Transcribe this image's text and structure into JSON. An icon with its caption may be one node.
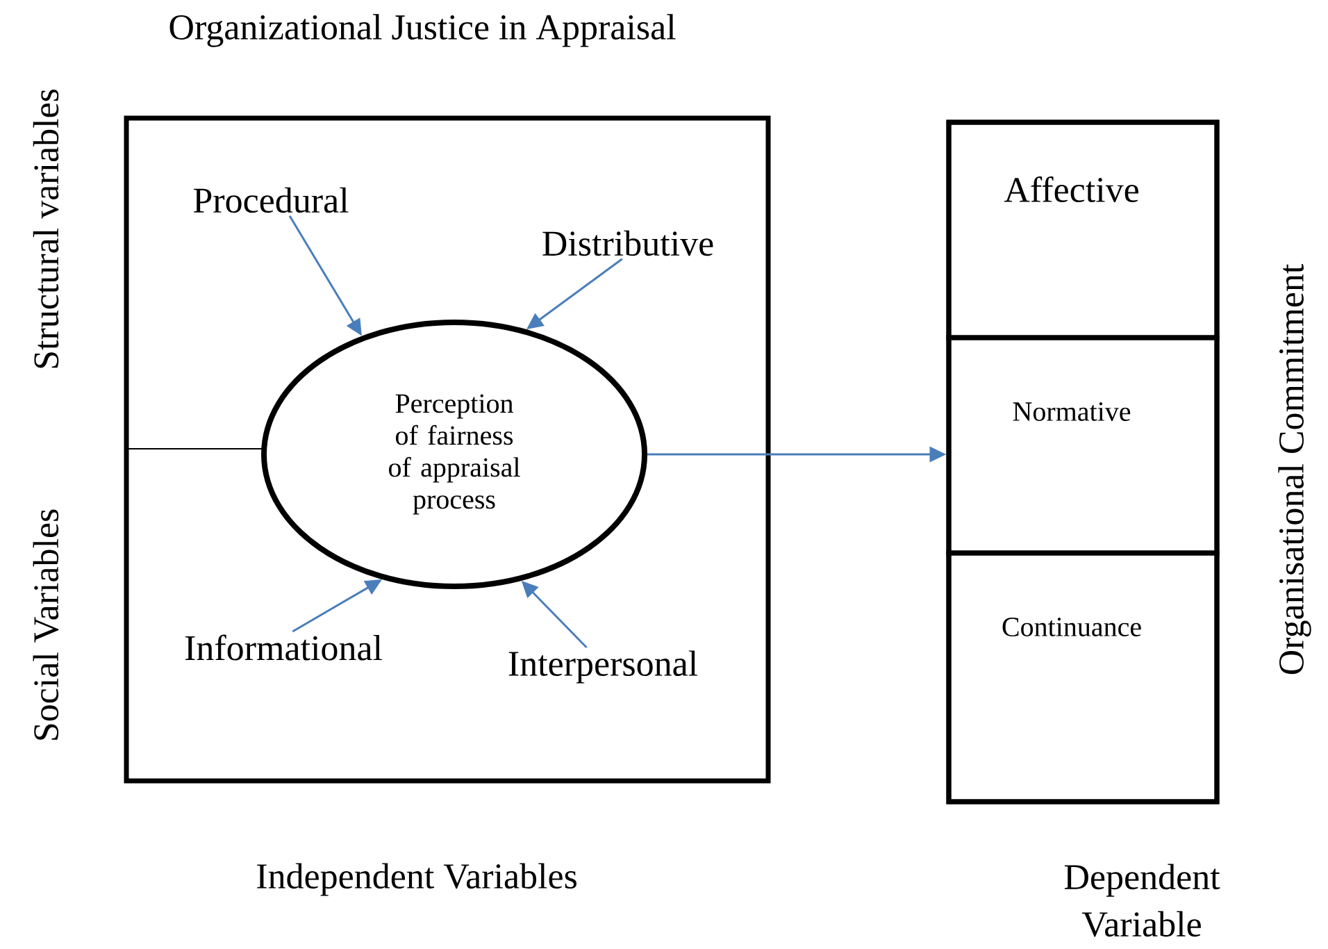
{
  "diagram": {
    "title": "Organizational Justice in Appraisal",
    "nodes": [
      {
        "text": [],
        "shape": "box",
        "beside": [
          "Independent Variables"
        ]
      },
      {
        "text": [
          "Procedural"
        ],
        "in": 0
      },
      {
        "text": [
          "Distributive"
        ],
        "in": 0
      },
      {
        "text": [
          "Perception of fairness of appraisal process"
        ],
        "in": 0
      },
      {
        "text": [
          "Informational"
        ],
        "in": 0
      },
      {
        "text": [
          "Interpersonal"
        ],
        "in": 0
      },
      {
        "text": [],
        "shape": "box",
        "beside": [
          "Dependent Variable"
        ]
      },
      {
        "text": [
          "Affective"
        ],
        "in": 6
      },
      {
        "text": [
          "Normative"
        ],
        "in": 6
      },
      {
        "text": [
          "Continuance"
        ],
        "in": 6
      }
    ],
    "edges": [
      {
        "from": 1,
        "to": 3,
        "arrow": "to"
      },
      {
        "from": 2,
        "to": 3,
        "arrow": "to"
      },
      {
        "from": 4,
        "to": 3,
        "arrow": "to"
      },
      {
        "from": 5,
        "to": 3,
        "arrow": "to"
      },
      {
        "from": 3,
        "to": 8,
        "arrow": "to"
      }
    ],
    "labels": [
      "Structural variables",
      "Social Variables",
      "Organisational Commitment"
    ]
  }
}
